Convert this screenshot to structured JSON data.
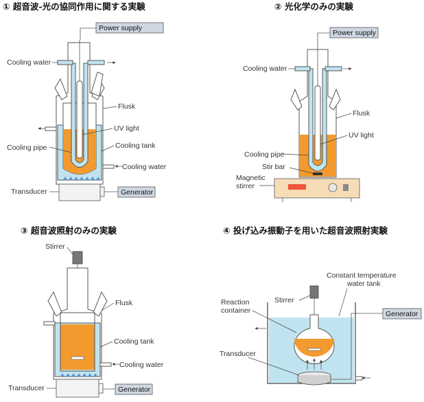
{
  "panel1": {
    "heading": "① 超音波-光の協同作用に関する実験",
    "power_supply": "Power supply",
    "cooling_water_top": "Cooling water",
    "flusk": "Flusk",
    "uv_light": "UV light",
    "cooling_tank": "Cooling tank",
    "cooling_pipe": "Cooling pipe",
    "cooling_water_bottom": "Cooling water",
    "transducer": "Transducer",
    "generator": "Generator"
  },
  "panel2": {
    "heading": "② 光化学のみの実験",
    "power_supply": "Power supply",
    "cooling_water": "Cooling water",
    "flusk": "Flusk",
    "uv_light": "UV light",
    "cooling_pipe": "Cooling pipe",
    "stir_bar": "Stir bar",
    "magnetic_stirrer_line1": "Magnetic",
    "magnetic_stirrer_line2": "stirrer"
  },
  "panel3": {
    "heading": "③ 超音波照射のみの実験",
    "stirrer": "Stirrer",
    "flusk": "Flusk",
    "cooling_tank": "Cooling tank",
    "cooling_water": "Cooling water",
    "transducer": "Transducer",
    "generator": "Generator"
  },
  "panel4": {
    "heading": "④ 投げ込み振動子を用いた超音波照射実験",
    "constant_temp_line1": "Constant temperature",
    "constant_temp_line2": "water tank",
    "stirrer": "Stirrer",
    "generator": "Generator",
    "reaction_line1": "Reaction",
    "reaction_line2": "container",
    "transducer": "Transducer"
  },
  "colors": {
    "liquid": "#f39a2f",
    "cooling_water": "#bfe4ef",
    "label_box": "#cfd8e2",
    "display": "#f0553a",
    "base_plate": "#f6ddb8"
  }
}
